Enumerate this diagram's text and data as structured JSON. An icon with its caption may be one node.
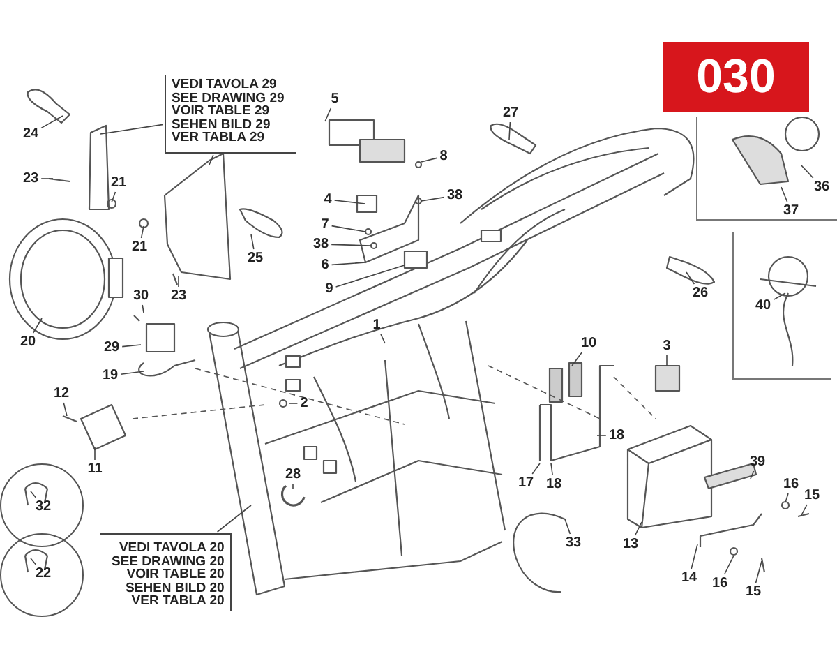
{
  "diagram": {
    "nodes": [
      {
        "text": [
          "030"
        ]
      },
      {
        "text": [
          "VEDI TAVOLA 29",
          "SEE DRAWING 29",
          "VOIR TABLE 29",
          "SEHEN BILD 29",
          "VER TABLA 29"
        ]
      },
      {
        "text": [
          "24"
        ]
      },
      {
        "text": [
          "23"
        ]
      },
      {
        "text": [
          "21"
        ]
      },
      {
        "text": [
          "5"
        ]
      },
      {
        "text": [
          "27"
        ]
      },
      {
        "text": [
          "21"
        ]
      },
      {
        "text": [
          "25"
        ]
      },
      {
        "text": [
          "23"
        ]
      },
      {
        "text": [
          "4"
        ]
      },
      {
        "text": [
          "8"
        ]
      },
      {
        "text": [
          "38"
        ]
      },
      {
        "text": [
          "7"
        ]
      },
      {
        "text": [
          "38"
        ]
      },
      {
        "text": [
          "6"
        ]
      },
      {
        "text": [
          "9"
        ]
      },
      {
        "text": [],
        "shape": "box"
      },
      {
        "text": [
          "36"
        ],
        "in": 17
      },
      {
        "text": [
          "37"
        ],
        "in": 17
      },
      {
        "text": [],
        "shape": "box"
      },
      {
        "text": [
          "40"
        ],
        "in": 20
      },
      {
        "text": [
          "26"
        ]
      },
      {
        "text": [
          "30"
        ]
      },
      {
        "text": [
          "1"
        ]
      },
      {
        "text": [
          "20"
        ]
      },
      {
        "text": [
          "29"
        ]
      },
      {
        "text": [
          "19"
        ]
      },
      {
        "text": [
          "12"
        ]
      },
      {
        "text": [
          "2"
        ]
      },
      {
        "text": [
          "10"
        ]
      },
      {
        "text": [
          "3"
        ]
      },
      {
        "text": [
          "11"
        ]
      },
      {
        "text": [
          "18"
        ]
      },
      {
        "text": [
          "39"
        ]
      },
      {
        "text": [
          "28"
        ]
      },
      {
        "text": [
          "17"
        ]
      },
      {
        "text": [
          "18"
        ]
      },
      {
        "text": [
          "16"
        ]
      },
      {
        "text": [
          "15"
        ]
      },
      {
        "text": [],
        "shape": "circle"
      },
      {
        "text": [
          "32"
        ],
        "in": 40
      },
      {
        "text": [
          "33"
        ]
      },
      {
        "text": [
          "13"
        ]
      },
      {
        "text": [
          "VEDI TAVOLA 20",
          "SEE DRAWING 20",
          "VOIR TABLE 20",
          "SEHEN BILD 20",
          "VER TABLA 20"
        ]
      },
      {
        "text": [],
        "shape": "circle"
      },
      {
        "text": [
          "22"
        ],
        "in": 45
      },
      {
        "text": [
          "14"
        ]
      },
      {
        "text": [
          "16"
        ]
      },
      {
        "text": [
          "15"
        ]
      }
    ],
    "edges": [
      {
        "from": 1,
        "to": null,
        "arrow": "none"
      },
      {
        "from": 1,
        "to": null,
        "arrow": "none"
      },
      {
        "from": 2,
        "to": null,
        "arrow": "none"
      },
      {
        "from": 3,
        "to": null,
        "arrow": "none"
      },
      {
        "from": 4,
        "to": null,
        "arrow": "none"
      },
      {
        "from": 5,
        "to": null,
        "arrow": "none"
      },
      {
        "from": 6,
        "to": null,
        "arrow": "none"
      },
      {
        "from": 7,
        "to": null,
        "arrow": "none"
      },
      {
        "from": 8,
        "to": null,
        "arrow": "none"
      },
      {
        "from": 9,
        "to": null,
        "arrow": "none"
      },
      {
        "from": 10,
        "to": null,
        "arrow": "none"
      },
      {
        "from": 11,
        "to": null,
        "arrow": "none"
      },
      {
        "from": 12,
        "to": null,
        "arrow": "none"
      },
      {
        "from": 13,
        "to": null,
        "arrow": "none"
      },
      {
        "from": 14,
        "to": null,
        "arrow": "none"
      },
      {
        "from": 15,
        "to": null,
        "arrow": "none"
      },
      {
        "from": 16,
        "to": null,
        "arrow": "none"
      },
      {
        "from": 18,
        "to": null,
        "arrow": "none"
      },
      {
        "from": 19,
        "to": null,
        "arrow": "none"
      },
      {
        "from": 21,
        "to": null,
        "arrow": "none"
      },
      {
        "from": 22,
        "to": null,
        "arrow": "none"
      },
      {
        "from": 23,
        "to": null,
        "arrow": "none"
      },
      {
        "from": 24,
        "to": null,
        "arrow": "none"
      },
      {
        "from": 25,
        "to": null,
        "arrow": "none"
      },
      {
        "from": 26,
        "to": null,
        "arrow": "none"
      },
      {
        "from": 27,
        "to": null,
        "arrow": "none"
      },
      {
        "from": 28,
        "to": null,
        "arrow": "none"
      },
      {
        "from": 29,
        "to": null,
        "arrow": "none"
      },
      {
        "from": 30,
        "to": null,
        "arrow": "none"
      },
      {
        "from": 31,
        "to": null,
        "arrow": "none"
      },
      {
        "from": 32,
        "to": null,
        "arrow": "none"
      },
      {
        "from": 33,
        "to": null,
        "arrow": "none"
      },
      {
        "from": 34,
        "to": null,
        "arrow": "none"
      },
      {
        "from": 35,
        "to": null,
        "arrow": "none"
      },
      {
        "from": 36,
        "to": null,
        "arrow": "none"
      },
      {
        "from": 37,
        "to": null,
        "arrow": "none"
      },
      {
        "from": 38,
        "to": null,
        "arrow": "none"
      },
      {
        "from": 39,
        "to": null,
        "arrow": "none"
      },
      {
        "from": 41,
        "to": null,
        "arrow": "none"
      },
      {
        "from": 42,
        "to": null,
        "arrow": "none"
      },
      {
        "from": 43,
        "to": null,
        "arrow": "none"
      },
      {
        "from": 44,
        "to": null,
        "arrow": "none"
      },
      {
        "from": 46,
        "to": null,
        "arrow": "none"
      },
      {
        "from": 47,
        "to": null,
        "arrow": "none"
      },
      {
        "from": 48,
        "to": null,
        "arrow": "none"
      },
      {
        "from": 49,
        "to": null,
        "arrow": "none"
      }
    ]
  }
}
